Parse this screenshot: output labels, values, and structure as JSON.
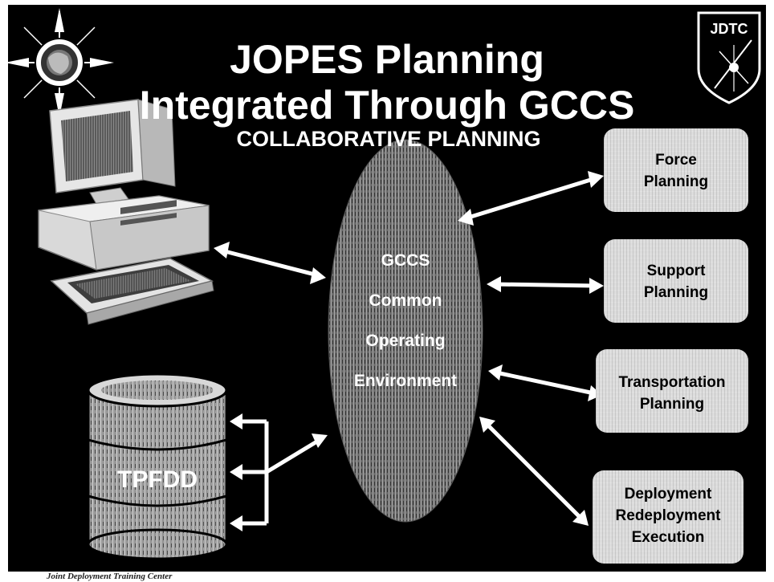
{
  "slide": {
    "title_line1": "JOPES Planning",
    "title_line2": "Integrated Through GCCS",
    "subtitle": "COLLABORATIVE PLANNING",
    "footer": "Joint Deployment Training Center",
    "jdtc_logo_text": "JDTC"
  },
  "center_ellipse": {
    "lines": [
      "GCCS",
      "Common",
      "Operating",
      "Environment"
    ]
  },
  "database": {
    "label": "TPFDD"
  },
  "planning_boxes": [
    {
      "lines": [
        "Force",
        "Planning"
      ]
    },
    {
      "lines": [
        "Support",
        "Planning"
      ]
    },
    {
      "lines": [
        "Transportation",
        "Planning"
      ]
    },
    {
      "lines": [
        "Deployment",
        "Redeployment",
        "Execution"
      ]
    }
  ],
  "colors": {
    "background": "#000000",
    "text": "#ffffff",
    "box_fill": "#dcdcdc",
    "arrow": "#ffffff"
  }
}
